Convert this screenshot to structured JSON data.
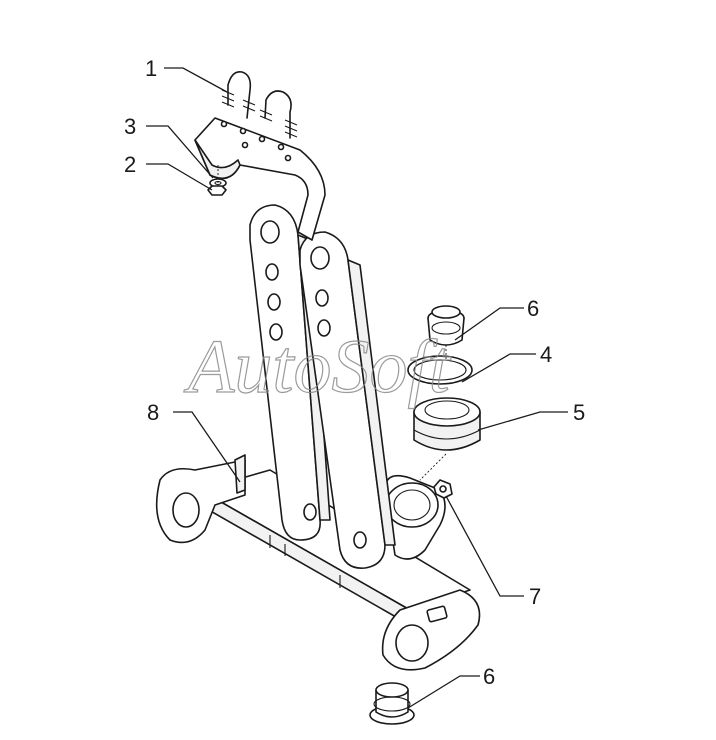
{
  "watermark": {
    "text": "AutoSoft"
  },
  "callouts": [
    {
      "id": "c1",
      "label": "1"
    },
    {
      "id": "c3",
      "label": "3"
    },
    {
      "id": "c2",
      "label": "2"
    },
    {
      "id": "c6a",
      "label": "6"
    },
    {
      "id": "c4",
      "label": "4"
    },
    {
      "id": "c5",
      "label": "5"
    },
    {
      "id": "c8",
      "label": "8"
    },
    {
      "id": "c7",
      "label": "7"
    },
    {
      "id": "c6b",
      "label": "6"
    }
  ]
}
